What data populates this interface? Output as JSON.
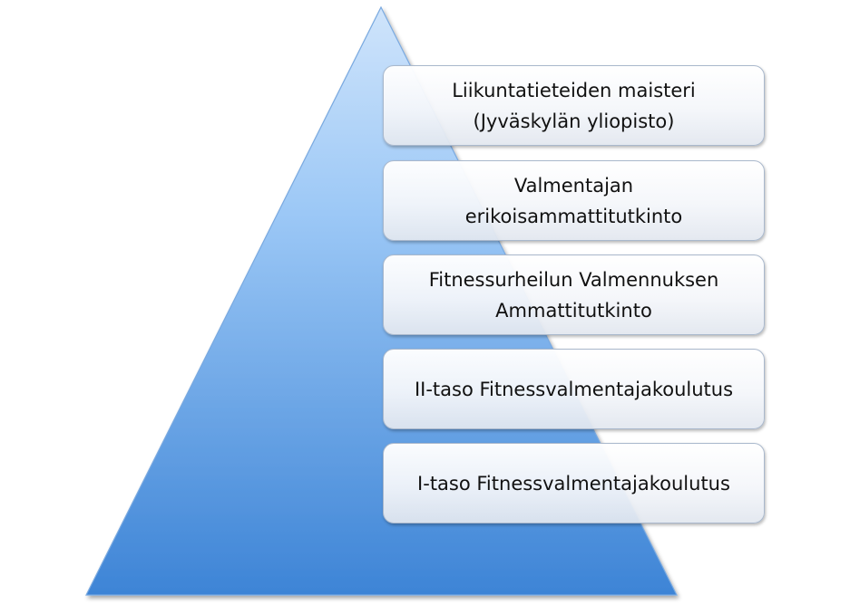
{
  "diagram": {
    "levels": [
      {
        "label": "Liikuntatieteiden maisteri\n(Jyväskylän yliopisto)"
      },
      {
        "label": "Valmentajan\nerikoisammattitutkinto"
      },
      {
        "label": "Fitnessurheilun Valmennuksen\nAmmattitutkinto"
      },
      {
        "label": "II-taso Fitnessvalmentajakoulutus"
      },
      {
        "label": "I-taso Fitnessvalmentajakoulutus"
      }
    ]
  },
  "colors": {
    "pyramid_top": "#c9e1fb",
    "pyramid_mid": "#87bbf3",
    "pyramid_bottom": "#3b82d6",
    "pyramid_edge": "#6fa2de",
    "box_border": "#a9b8cc",
    "text": "#111111"
  }
}
